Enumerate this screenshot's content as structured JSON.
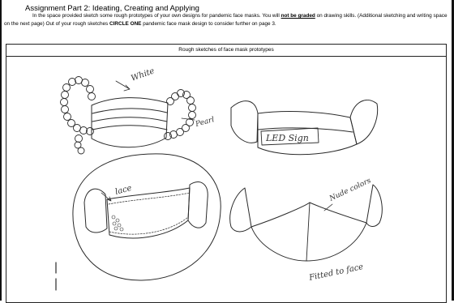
{
  "header": {
    "title": "Assignment Part 2: Ideating, Creating and Applying",
    "instr_a": "In the space provided sketch some rough prototypes of your own designs for pandemic face masks. You will ",
    "instr_emph": "not be graded",
    "instr_b": " on drawing skills. (Additional sketching and writing space on the next page)  Out of your rough sketches ",
    "instr_circle": "CIRCLE ONE",
    "instr_c": " pandemic face mask design to consider further on page 3."
  },
  "box": {
    "caption": "Rough sketches of face mask prototypes"
  },
  "sketches": {
    "annotations": {
      "white": "White",
      "pearl": "Pearl",
      "led": "LED Sign",
      "lace": "lace",
      "nude": "Nude colors",
      "fitted": "Fitted to face"
    }
  }
}
